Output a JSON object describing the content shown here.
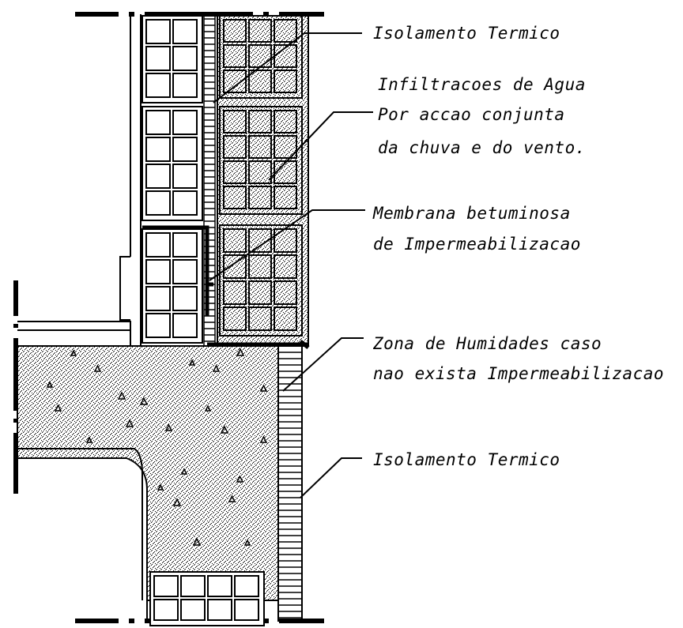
{
  "labels": {
    "isolamento_top": "Isolamento Termico",
    "infiltracoes": [
      "Infiltracoes de Agua",
      "Por accao conjunta",
      "da chuva e do vento."
    ],
    "membrana": [
      "Membrana betuminosa",
      "de Impermeabilizacao"
    ],
    "zona": [
      "Zona de Humidades caso",
      "nao exista Impermeabilizacao"
    ],
    "isolamento_bottom": "Isolamento Termico"
  },
  "colors": {
    "line": "#000000",
    "background": "#ffffff",
    "insulation_fill": "#d6d6d6"
  }
}
